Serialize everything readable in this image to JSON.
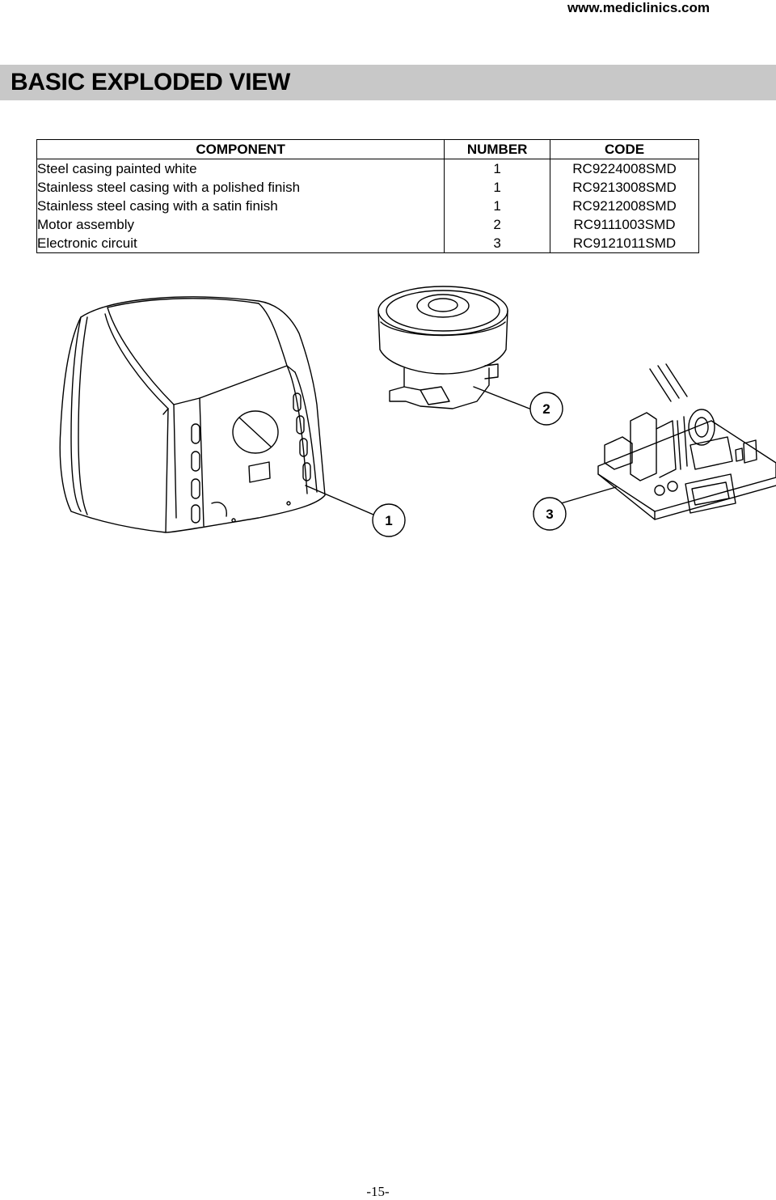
{
  "header": {
    "url": "www.mediclinics.com"
  },
  "title": "BASIC EXPLODED VIEW",
  "table": {
    "headers": {
      "component": "COMPONENT",
      "number": "NUMBER",
      "code": "CODE"
    },
    "rows": [
      {
        "component": "Steel casing painted white",
        "number": "1",
        "code": "RC9224008SMD"
      },
      {
        "component": "Stainless steel casing with a polished finish",
        "number": "1",
        "code": "RC9213008SMD"
      },
      {
        "component": "Stainless steel casing with a satin finish",
        "number": "1",
        "code": "RC9212008SMD"
      },
      {
        "component": "Motor assembly",
        "number": "2",
        "code": "RC9111003SMD"
      },
      {
        "component": "Electronic circuit",
        "number": "3",
        "code": "RC9121011SMD"
      }
    ]
  },
  "callouts": {
    "casing": "1",
    "motor": "2",
    "circuit": "3"
  },
  "page_number": "-15-"
}
